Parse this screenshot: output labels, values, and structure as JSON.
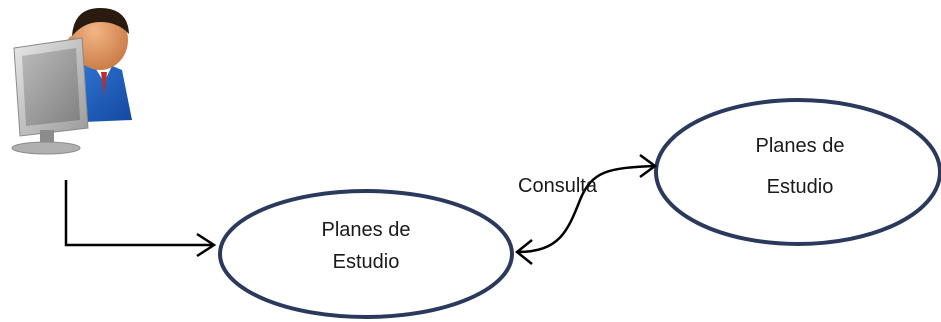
{
  "diagram": {
    "actor": {
      "icon": "user-at-computer-icon"
    },
    "nodes": [
      {
        "id": "planes-main",
        "lines": [
          "Planes de",
          "Estudio"
        ]
      },
      {
        "id": "planes-external",
        "lines": [
          "Planes de",
          "Estudio"
        ]
      }
    ],
    "edges": [
      {
        "from": "actor",
        "to": "planes-main",
        "label": ""
      },
      {
        "from": "planes-main",
        "to": "planes-external",
        "label": "Consulta",
        "bidirectional": true
      }
    ],
    "colors": {
      "ellipse_stroke": "#2b3a5c",
      "arrow": "#000000",
      "text": "#1a1a1a"
    }
  }
}
